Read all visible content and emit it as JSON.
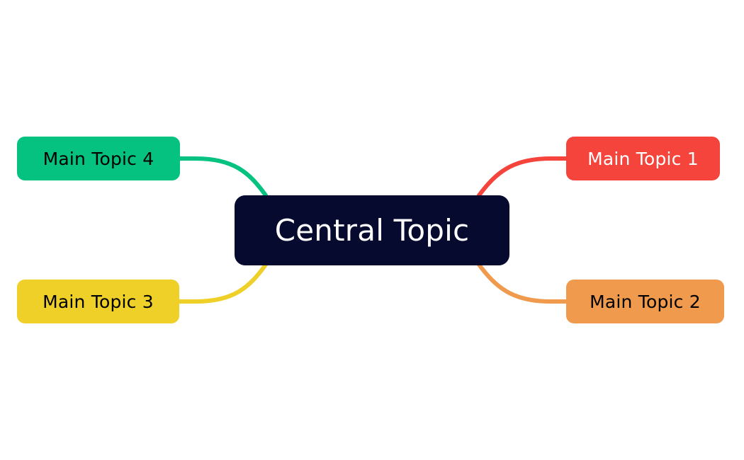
{
  "diagram": {
    "type": "mind-map",
    "background": "#ffffff",
    "central": {
      "label": "Central Topic",
      "fill": "#050A2E",
      "text_color": "#ffffff"
    },
    "topics": [
      {
        "id": "topic-1",
        "label": "Main Topic 1",
        "fill": "#F4443C",
        "text_color": "#ffffff",
        "connector_color": "#F4443C",
        "side": "right",
        "row": "top"
      },
      {
        "id": "topic-2",
        "label": "Main Topic 2",
        "fill": "#EF9A4D",
        "text_color": "#000000",
        "connector_color": "#EF9A4D",
        "side": "right",
        "row": "bottom"
      },
      {
        "id": "topic-3",
        "label": "Main Topic 3",
        "fill": "#EFD028",
        "text_color": "#000000",
        "connector_color": "#EFD028",
        "side": "left",
        "row": "bottom"
      },
      {
        "id": "topic-4",
        "label": "Main Topic 4",
        "fill": "#06C281",
        "text_color": "#000000",
        "connector_color": "#06C281",
        "side": "left",
        "row": "top"
      }
    ]
  }
}
